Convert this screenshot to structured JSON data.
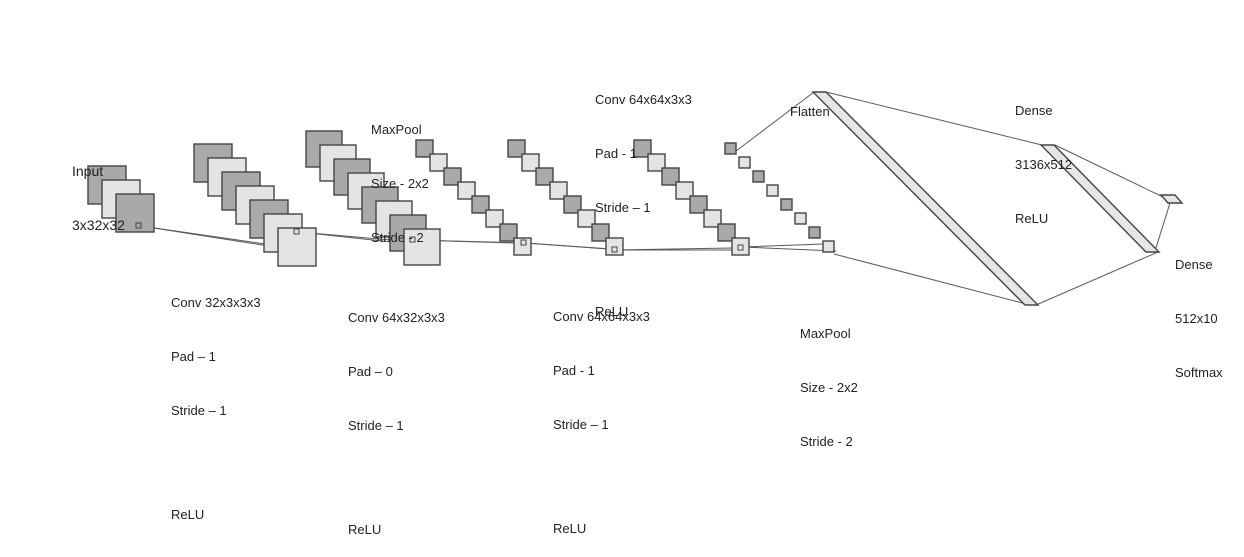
{
  "colors": {
    "dark_square": "#a9a9a9",
    "light_square": "#e4e4e4",
    "stroke": "#444444",
    "connector": "#5a5a5a",
    "plate_fill": "#e6e6e6"
  },
  "labels": {
    "input": {
      "line1": "Input",
      "line2": "3x32x32"
    },
    "conv1": {
      "line1": "Conv 32x3x3x3",
      "line2": "Pad – 1",
      "line3": "Stride – 1",
      "line4": "ReLU"
    },
    "conv2": {
      "line1": "Conv 64x32x3x3",
      "line2": "Pad – 0",
      "line3": "Stride – 1",
      "line4": "ReLU"
    },
    "maxpool1": {
      "line1": "MaxPool",
      "line2": "Size - 2x2",
      "line3": "Stride - 2"
    },
    "conv3": {
      "line1": "Conv 64x64x3x3",
      "line2": "Pad - 1",
      "line3": "Stride – 1",
      "line4": "ReLU"
    },
    "conv4": {
      "line1": "Conv 64x64x3x3",
      "line2": "Pad - 1",
      "line3": "Stride – 1",
      "line4": "ReLU"
    },
    "maxpool2": {
      "line1": "MaxPool",
      "line2": "Size - 2x2",
      "line3": "Stride - 2"
    },
    "flatten": {
      "line1": "Flatten"
    },
    "dense1": {
      "line1": "Dense",
      "line2": "3136x512",
      "line3": "ReLU"
    },
    "dense2": {
      "line1": "Dense",
      "line2": "512x10",
      "line3": "Softmax"
    }
  }
}
